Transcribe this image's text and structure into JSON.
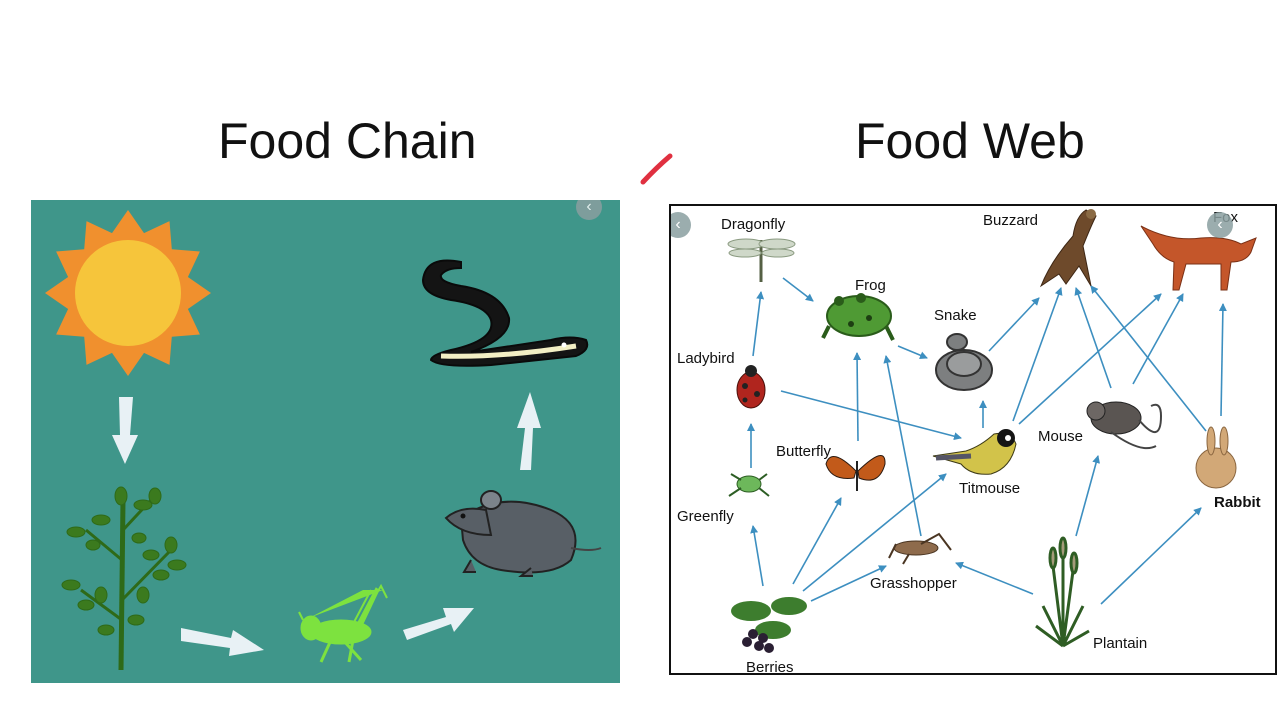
{
  "titles": {
    "left": "Food Chain",
    "right": "Food Web"
  },
  "chain": {
    "sequence": [
      "sun",
      "plant",
      "grasshopper",
      "mouse",
      "snake"
    ],
    "nav_icon": "‹"
  },
  "web": {
    "labels": {
      "dragonfly": "Dragonfly",
      "buzzard": "Buzzard",
      "fox": "Fox",
      "frog": "Frog",
      "snake": "Snake",
      "ladybird": "Ladybird",
      "butterfly": "Butterfly",
      "titmouse": "Titmouse",
      "mouse": "Mouse",
      "rabbit": "Rabbit",
      "greenfly": "Greenfly",
      "grasshopper": "Grasshopper",
      "plantain": "Plantain",
      "berries": "Berries"
    },
    "edges": [
      [
        "berries",
        "greenfly"
      ],
      [
        "berries",
        "butterfly"
      ],
      [
        "berries",
        "titmouse"
      ],
      [
        "berries",
        "grasshopper"
      ],
      [
        "greenfly",
        "ladybird"
      ],
      [
        "ladybird",
        "dragonfly"
      ],
      [
        "ladybird",
        "titmouse"
      ],
      [
        "dragonfly",
        "frog"
      ],
      [
        "butterfly",
        "frog"
      ],
      [
        "grasshopper",
        "frog"
      ],
      [
        "frog",
        "snake"
      ],
      [
        "titmouse",
        "snake"
      ],
      [
        "snake",
        "buzzard"
      ],
      [
        "titmouse",
        "buzzard"
      ],
      [
        "titmouse",
        "fox"
      ],
      [
        "plantain",
        "grasshopper"
      ],
      [
        "plantain",
        "mouse"
      ],
      [
        "plantain",
        "rabbit"
      ],
      [
        "mouse",
        "buzzard"
      ],
      [
        "mouse",
        "fox"
      ],
      [
        "rabbit",
        "buzzard"
      ],
      [
        "rabbit",
        "fox"
      ]
    ],
    "nav_icon": "‹"
  },
  "colors": {
    "chain_bg": "#3f968a",
    "web_arrow": "#3d8fc0",
    "chain_arrow": "#e8f1f5"
  }
}
